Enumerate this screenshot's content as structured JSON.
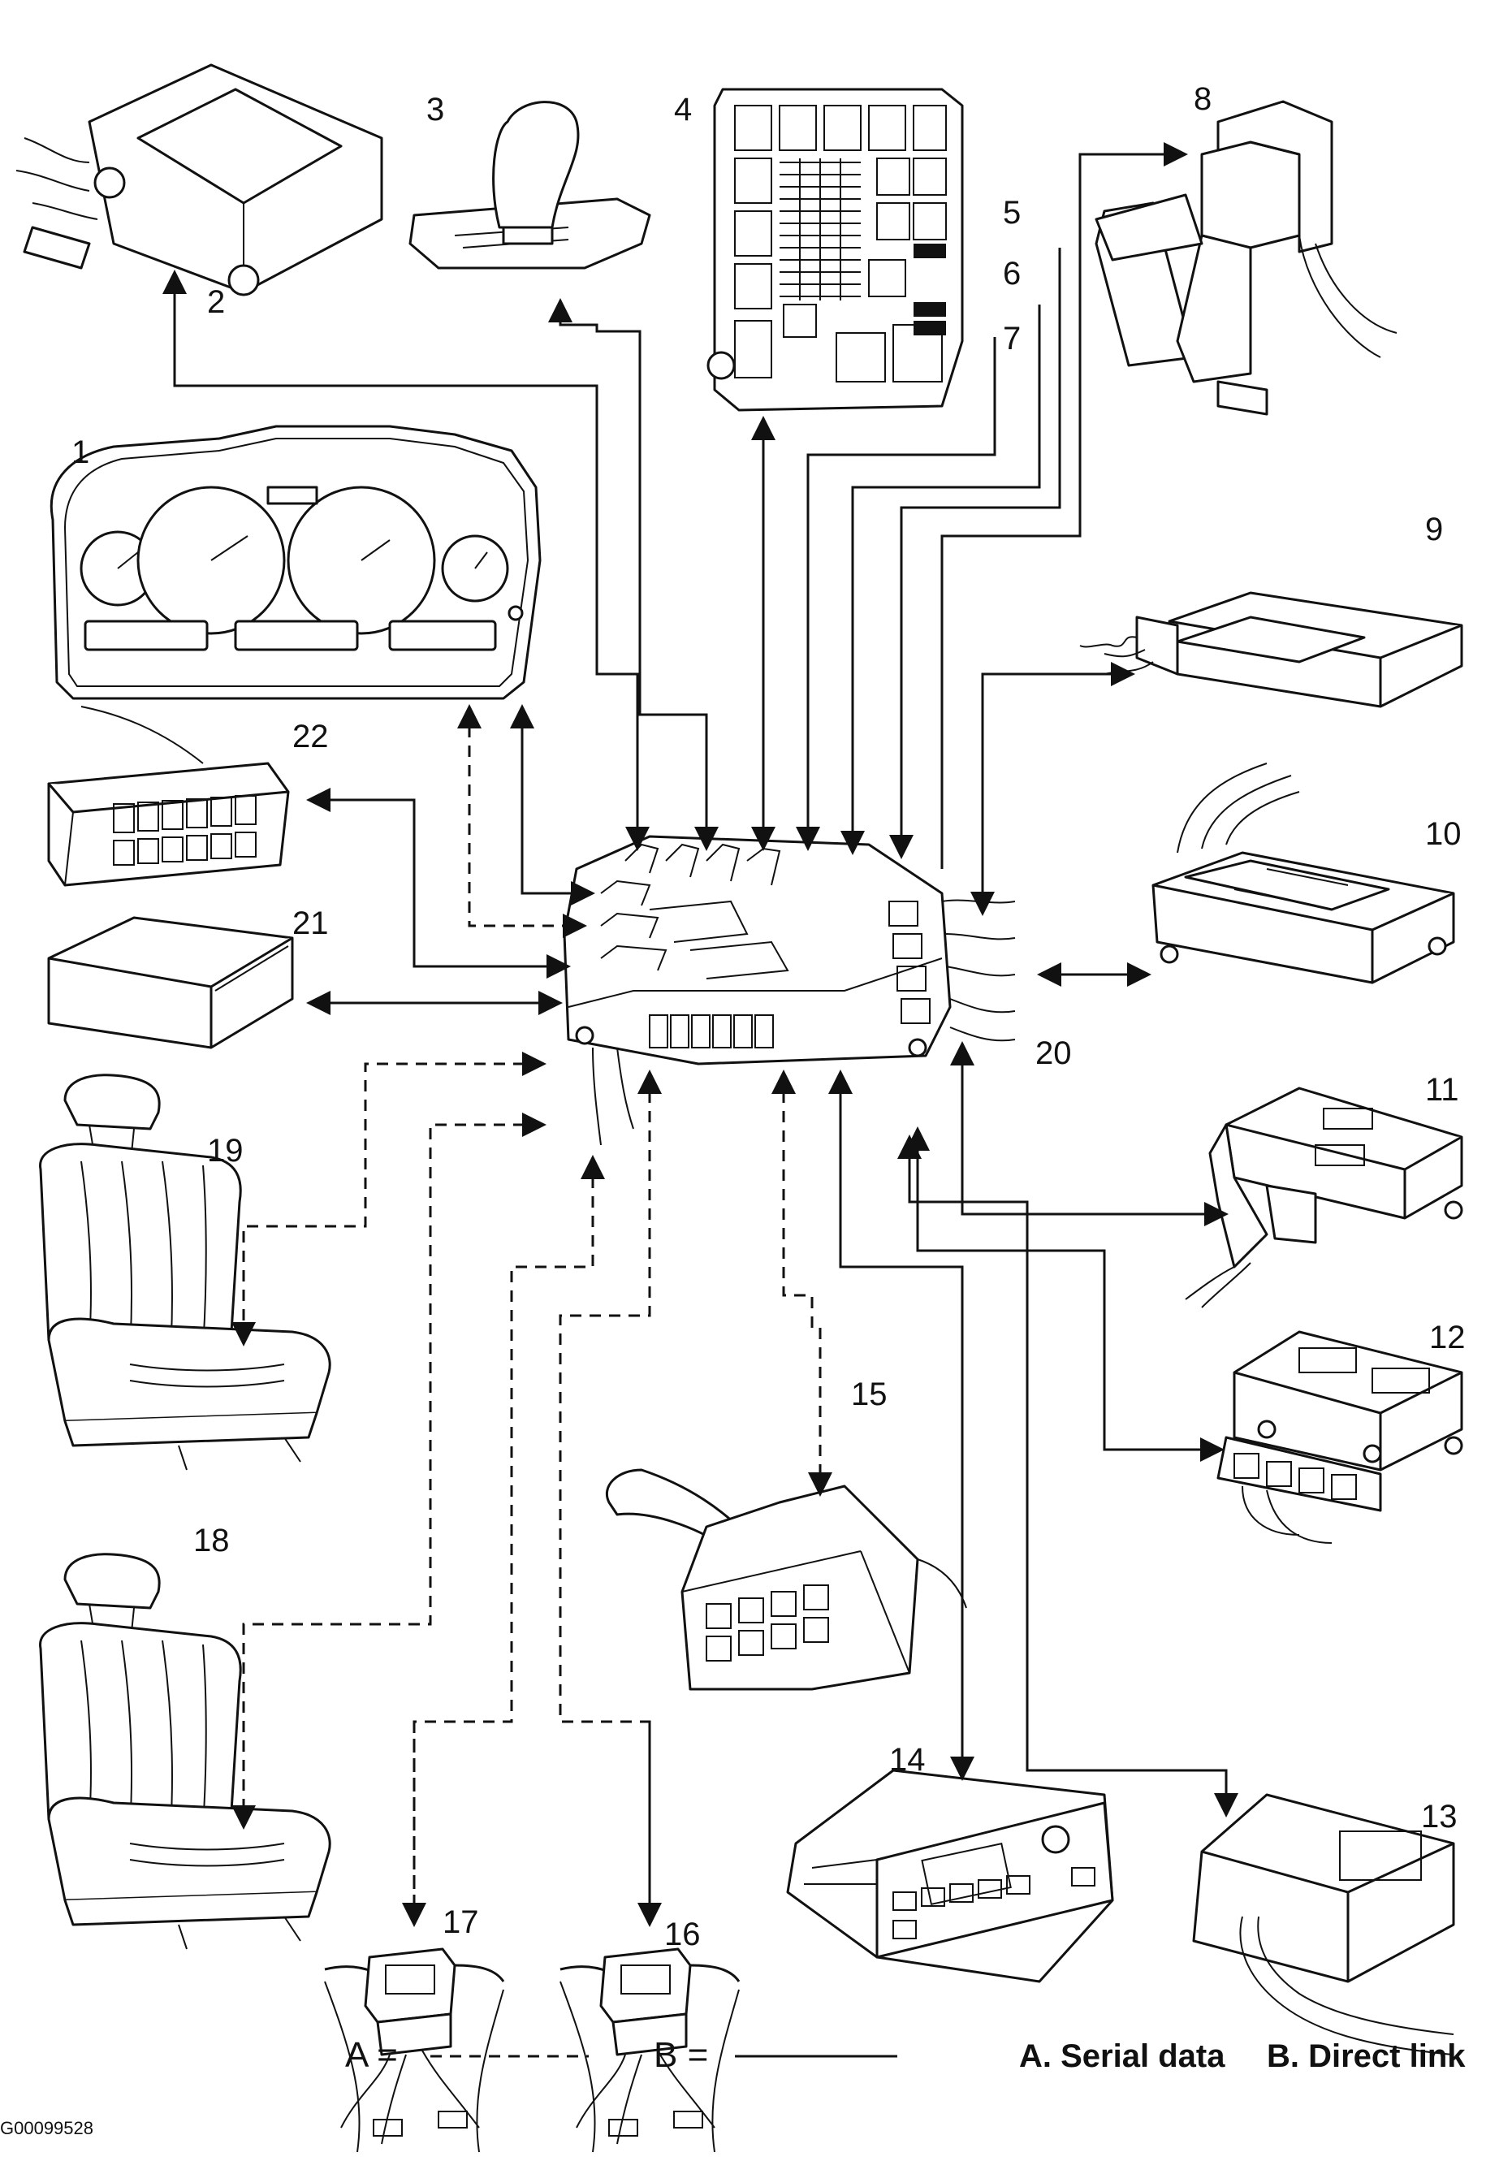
{
  "labels": {
    "l1": "1",
    "l2": "2",
    "l3": "3",
    "l4": "4",
    "l5": "5",
    "l6": "6",
    "l7": "7",
    "l8": "8",
    "l9": "9",
    "l10": "10",
    "l11": "11",
    "l12": "12",
    "l13": "13",
    "l14": "14",
    "l15": "15",
    "l16": "16",
    "l17": "17",
    "l18": "18",
    "l19": "19",
    "l20": "20",
    "l21": "21",
    "l22": "22"
  },
  "legend": {
    "a_eq": "A =",
    "b_eq": "B =",
    "a_text": "A.  Serial data",
    "b_text": "B.  Direct link"
  },
  "figure_code": "G00099528"
}
